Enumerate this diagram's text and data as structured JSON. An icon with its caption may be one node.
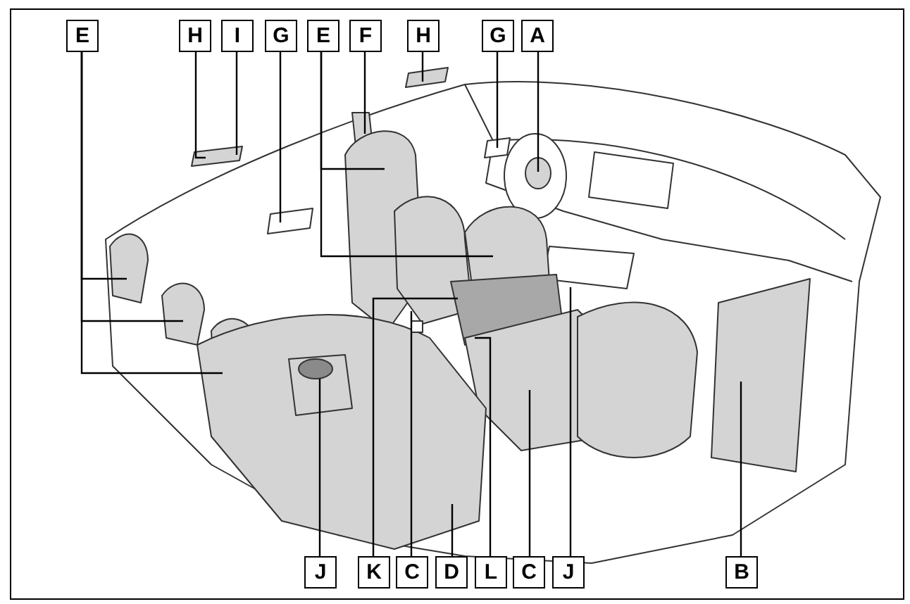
{
  "diagram": {
    "nodes": [
      {
        "text": [
          "E"
        ]
      },
      {
        "text": [
          "H"
        ]
      },
      {
        "text": [
          "I"
        ]
      },
      {
        "text": [
          "G"
        ]
      },
      {
        "text": [
          "E"
        ]
      },
      {
        "text": [
          "F"
        ]
      },
      {
        "text": [
          "H"
        ]
      },
      {
        "text": [
          "G"
        ]
      },
      {
        "text": [
          "A"
        ]
      },
      {
        "text": [
          "J"
        ]
      },
      {
        "text": [
          "K"
        ]
      },
      {
        "text": [
          "C"
        ]
      },
      {
        "text": [
          "D"
        ]
      },
      {
        "text": [
          "L"
        ]
      },
      {
        "text": [
          "C"
        ]
      },
      {
        "text": [
          "J"
        ]
      },
      {
        "text": [
          "B"
        ]
      }
    ],
    "edges": [
      {
        "from": 0,
        "to": null,
        "arrow": "none"
      },
      {
        "from": 0,
        "to": null,
        "arrow": "none"
      },
      {
        "from": 0,
        "to": null,
        "arrow": "none"
      },
      {
        "from": 1,
        "to": null,
        "arrow": "none"
      },
      {
        "from": 2,
        "to": null,
        "arrow": "none"
      },
      {
        "from": 3,
        "to": null,
        "arrow": "none"
      },
      {
        "from": 4,
        "to": null,
        "arrow": "none"
      },
      {
        "from": 4,
        "to": null,
        "arrow": "none"
      },
      {
        "from": 5,
        "to": null,
        "arrow": "none"
      },
      {
        "from": 6,
        "to": null,
        "arrow": "none"
      },
      {
        "from": 7,
        "to": null,
        "arrow": "none"
      },
      {
        "from": 8,
        "to": null,
        "arrow": "none"
      },
      {
        "from": 9,
        "to": null,
        "arrow": "none"
      },
      {
        "from": 10,
        "to": null,
        "arrow": "none"
      },
      {
        "from": 11,
        "to": null,
        "arrow": "none"
      },
      {
        "from": 12,
        "to": null,
        "arrow": "none"
      },
      {
        "from": 13,
        "to": null,
        "arrow": "none"
      },
      {
        "from": 14,
        "to": null,
        "arrow": "none"
      },
      {
        "from": 15,
        "to": null,
        "arrow": "none"
      },
      {
        "from": 16,
        "to": null,
        "arrow": "none"
      }
    ]
  }
}
